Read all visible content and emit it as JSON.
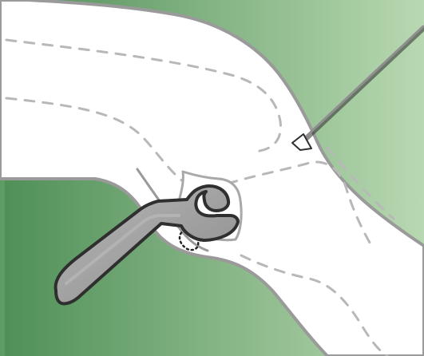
{
  "colors": {
    "background_gradient_start": "#4f8f57",
    "background_gradient_end": "#b8d8b1",
    "left_edge_shadow": "#5f9c64",
    "knee_fill": "#ffffff",
    "knee_outline": "#9a9a9a",
    "dashed_lines": "#b8b8b8",
    "incision_outline": "#a8a8a8",
    "tool_fill": "#8c8c8c",
    "tool_highlight": "#b7b7b7",
    "tool_outline": "#2f2f2f",
    "needle": "#8f8f8f",
    "dotted_marker": "#222222"
  },
  "illustration": {
    "subject": "knee-arthroscopy-illustration",
    "elements": [
      "knee-outline",
      "dashed-anatomy-lines",
      "incision-opening",
      "surgical-tool",
      "needle",
      "needle-puncture-mark",
      "dotted-marker"
    ]
  }
}
